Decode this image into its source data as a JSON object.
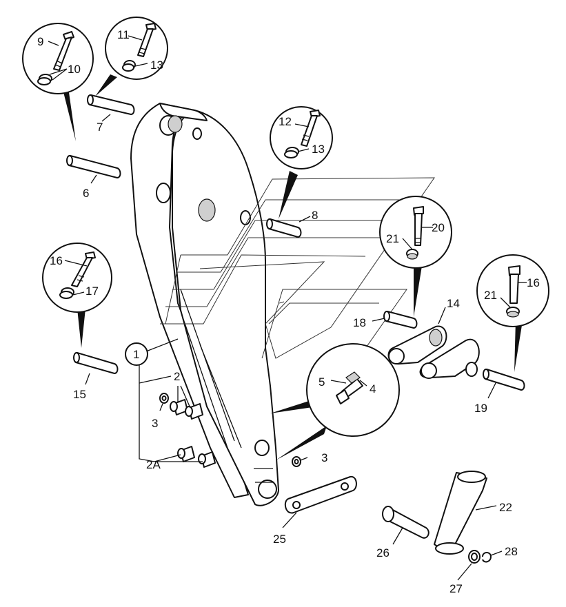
{
  "diagram": {
    "callouts": [
      {
        "id": "c9",
        "text": "9"
      },
      {
        "id": "c10",
        "text": "10"
      },
      {
        "id": "c11",
        "text": "11"
      },
      {
        "id": "c13a",
        "text": "13"
      },
      {
        "id": "c7",
        "text": "7"
      },
      {
        "id": "c6",
        "text": "6"
      },
      {
        "id": "c12",
        "text": "12"
      },
      {
        "id": "c13b",
        "text": "13"
      },
      {
        "id": "c8",
        "text": "8"
      },
      {
        "id": "c20",
        "text": "20"
      },
      {
        "id": "c21a",
        "text": "21"
      },
      {
        "id": "c16a",
        "text": "16"
      },
      {
        "id": "c17",
        "text": "17"
      },
      {
        "id": "c16b",
        "text": "16"
      },
      {
        "id": "c21b",
        "text": "21"
      },
      {
        "id": "c14",
        "text": "14"
      },
      {
        "id": "c18",
        "text": "18"
      },
      {
        "id": "c1",
        "text": "1"
      },
      {
        "id": "c2",
        "text": "2"
      },
      {
        "id": "c15",
        "text": "15"
      },
      {
        "id": "c3a",
        "text": "3"
      },
      {
        "id": "c5",
        "text": "5"
      },
      {
        "id": "c4",
        "text": "4"
      },
      {
        "id": "c19",
        "text": "19"
      },
      {
        "id": "c3b",
        "text": "3"
      },
      {
        "id": "c2A",
        "text": "2A"
      },
      {
        "id": "c22",
        "text": "22"
      },
      {
        "id": "c25",
        "text": "25"
      },
      {
        "id": "c26",
        "text": "26"
      },
      {
        "id": "c28",
        "text": "28"
      },
      {
        "id": "c27",
        "text": "27"
      }
    ]
  }
}
